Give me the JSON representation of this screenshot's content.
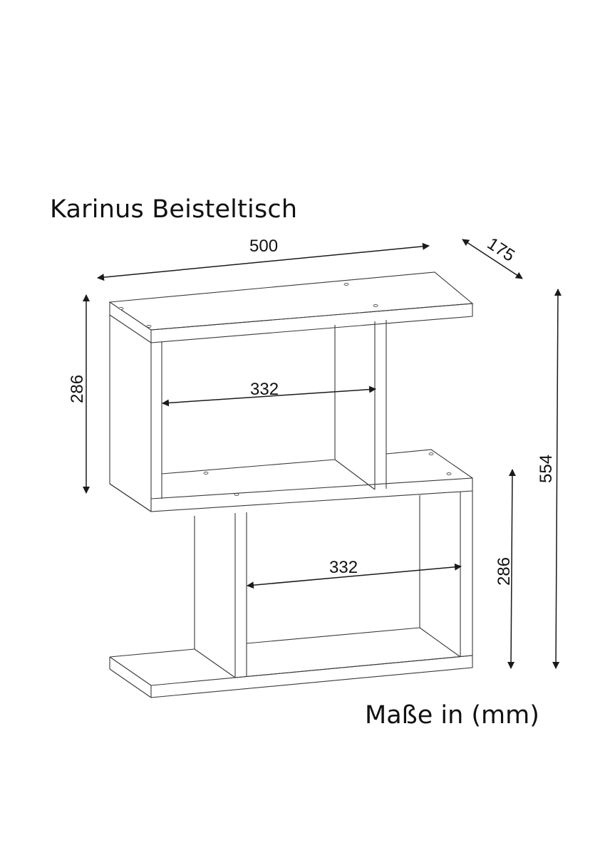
{
  "title": "Karinus Beisteltisch",
  "units_label": "Maße in (mm)",
  "colors": {
    "background": "#ffffff",
    "line": "#3a3a3a",
    "text": "#111111"
  },
  "dimensions": {
    "width": "500",
    "depth": "175",
    "upper_height": "286",
    "upper_inner_width": "332",
    "lower_inner_width": "332",
    "lower_height": "286",
    "total_height": "554"
  }
}
